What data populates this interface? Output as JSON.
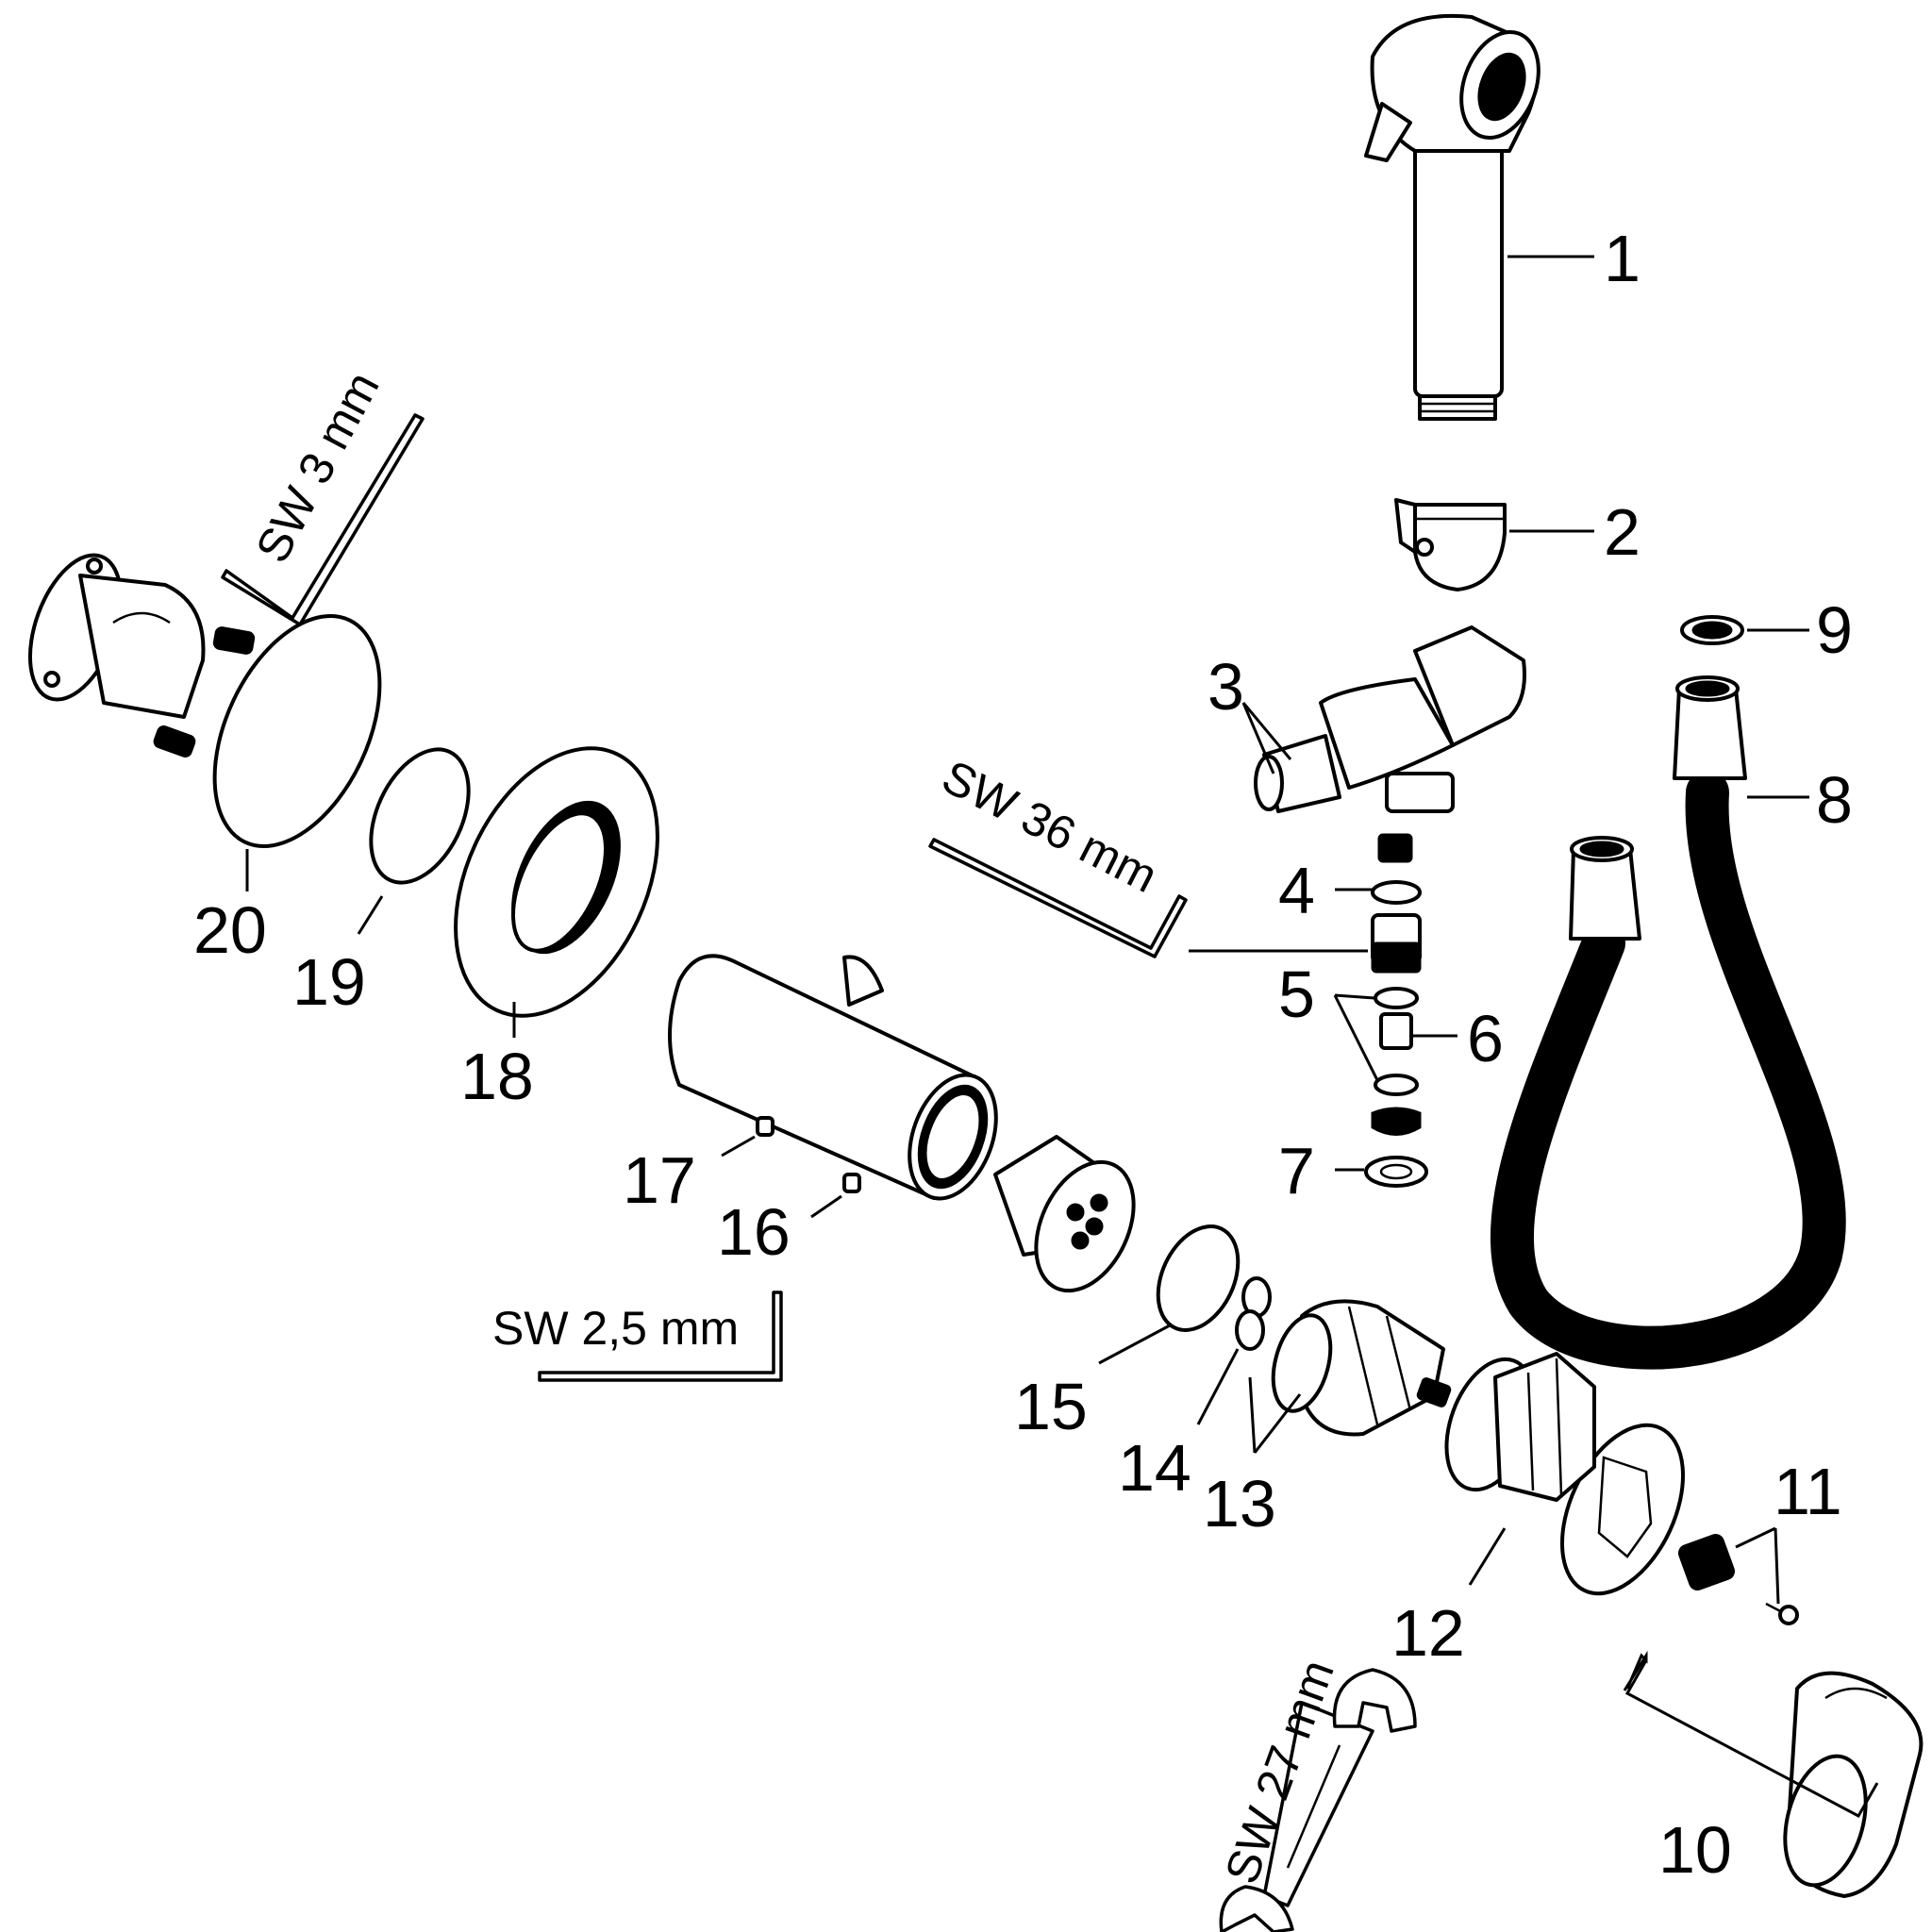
{
  "callouts": {
    "c1": "1",
    "c2": "2",
    "c3": "3",
    "c4": "4",
    "c5": "5",
    "c6": "6",
    "c7": "7",
    "c8": "8",
    "c9": "9",
    "c10": "10",
    "c11": "11",
    "c12": "12",
    "c13": "13",
    "c14": "14",
    "c15": "15",
    "c16": "16",
    "c17": "17",
    "c18": "18",
    "c19": "19",
    "c20": "20"
  },
  "tools": {
    "hex_key_3": "SW 3 mm",
    "wrench_36": "SW 36 mm",
    "hex_key_2_5": "SW 2,5 mm",
    "wrench_27": "SW 27 mm"
  },
  "colors": {
    "line": "#000000",
    "background": "#ffffff"
  }
}
